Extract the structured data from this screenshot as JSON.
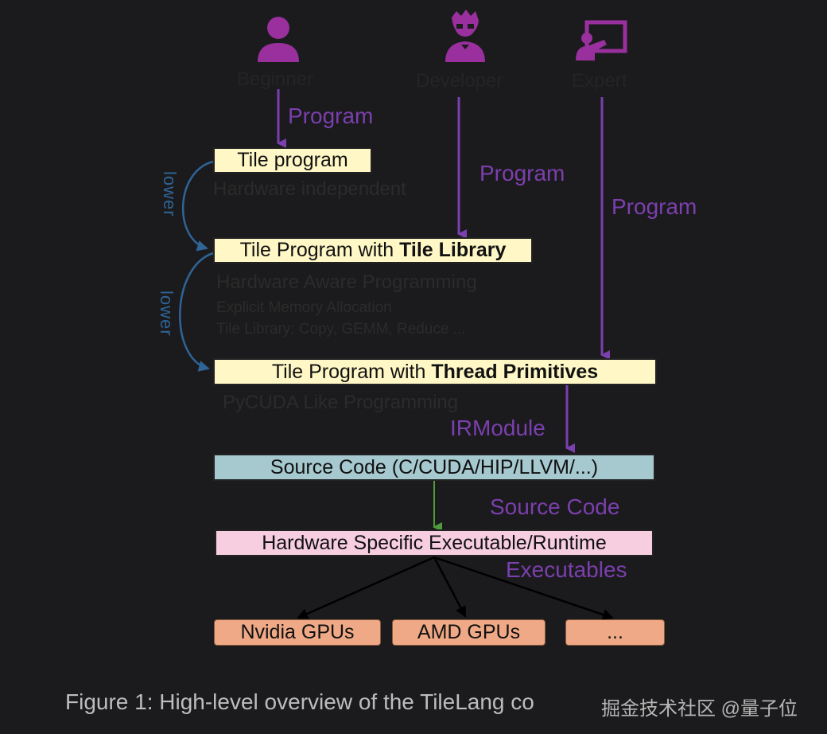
{
  "personas": [
    {
      "label": "Beginner",
      "icon": "person-icon"
    },
    {
      "label": "Developer",
      "icon": "developer-icon"
    },
    {
      "label": "Expert",
      "icon": "presenter-icon"
    }
  ],
  "edge_labels": {
    "program": "Program",
    "irmodule": "IRModule",
    "source_code": "Source Code",
    "executables": "Executables",
    "lower": "lower"
  },
  "boxes": {
    "tile_program": "Tile program",
    "tile_library_prefix": "Tile Program with ",
    "tile_library_bold": "Tile Library",
    "thread_prefix": "Tile Program with ",
    "thread_bold": "Thread Primitives",
    "source": "Source Code (C/CUDA/HIP/LLVM/...)",
    "runtime": "Hardware Specific Executable/Runtime",
    "targets": [
      "Nvidia GPUs",
      "AMD GPUs",
      "..."
    ]
  },
  "notes": {
    "hw_independent": "Hardware independent",
    "hw_aware": "Hardware Aware Programming",
    "explicit_memory": "Explicit Memory Allocation",
    "tile_library_ops": "Tile Library: Copy, GEMM, Reduce ...",
    "pycuda": "PyCUDA Like Programming"
  },
  "caption": "Figure 1: High-level overview of the TileLang co",
  "watermark": "掘金技术社区 @量子位",
  "colors": {
    "background": "#1b1b1d",
    "purple": "#7b3fae",
    "icon_purple": "#9a2f9e",
    "lower_blue": "#2f6496",
    "green_arrow": "#4f9a3a",
    "yellow_box": "#fff8c6",
    "teal_box": "#a6c8cf",
    "pink_box": "#f7cde0",
    "orange_box": "#efa986"
  }
}
